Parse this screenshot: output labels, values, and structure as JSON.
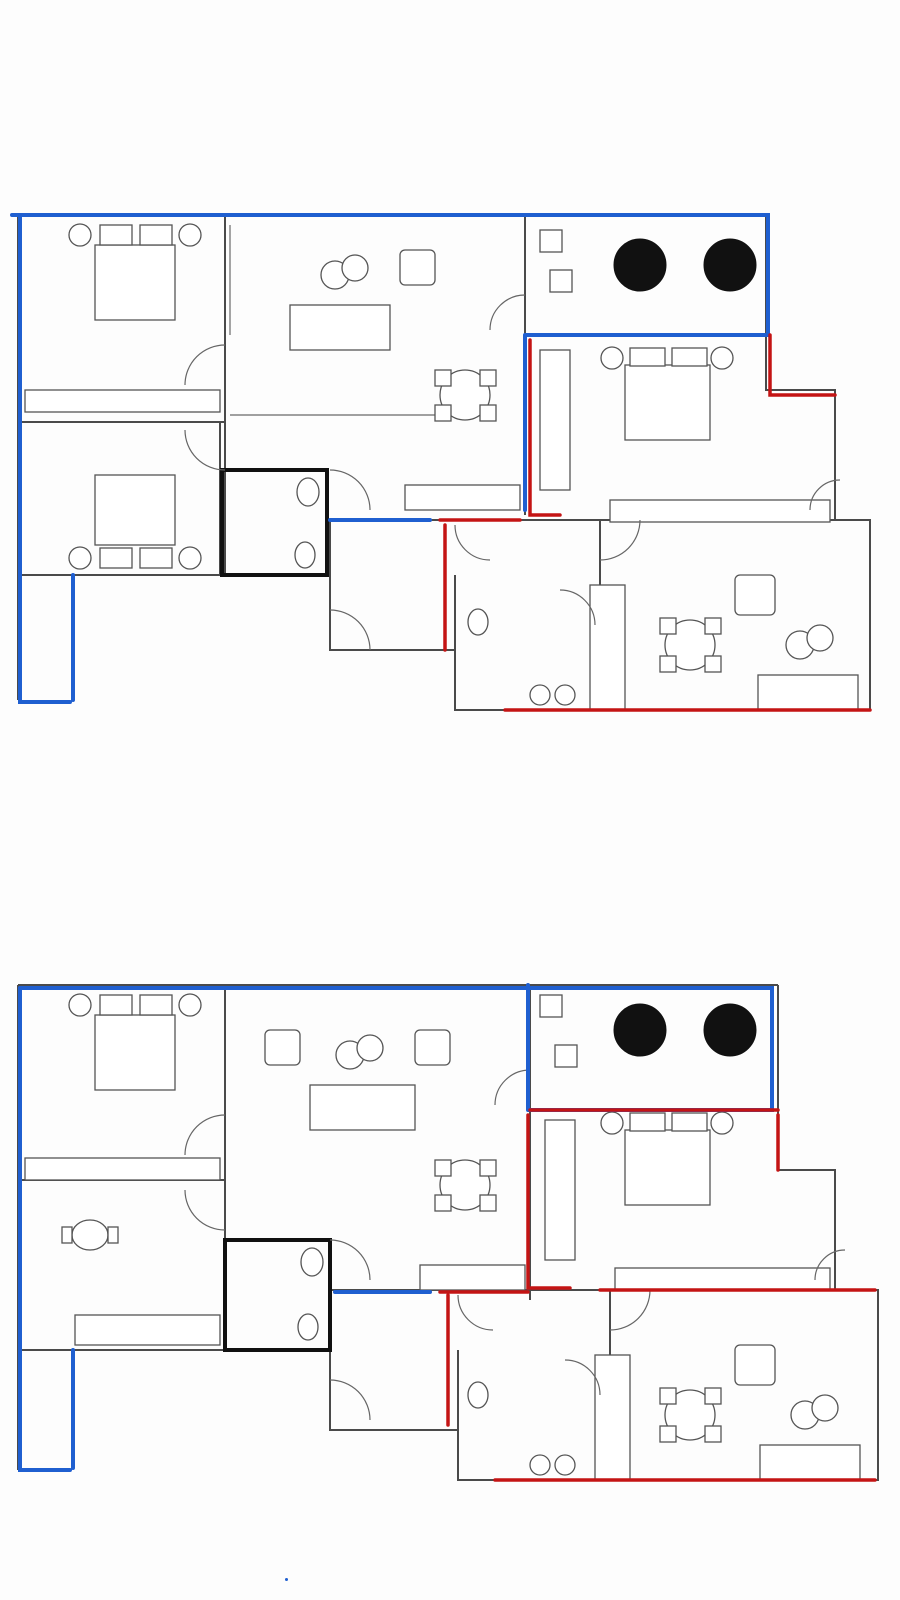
{
  "image": {
    "description_kind": "two architectural floor plans stacked vertically with blue and red wall overlays",
    "plans": [
      {
        "id": "top",
        "highlight_colors": {
          "blue": "#1f5fd0",
          "red": "#c41414"
        }
      },
      {
        "id": "bottom",
        "highlight_colors": {
          "blue": "#1f5fd0",
          "red": "#c41414"
        }
      }
    ]
  },
  "icons": {
    "bed": "double-bed-icon",
    "sofa": "sofa-icon",
    "dining": "dining-table-icon",
    "armchair": "armchair-icon",
    "toilet": "toilet-icon",
    "sink": "sink-icon",
    "lounge_chair": "lounge-chair-icon"
  }
}
